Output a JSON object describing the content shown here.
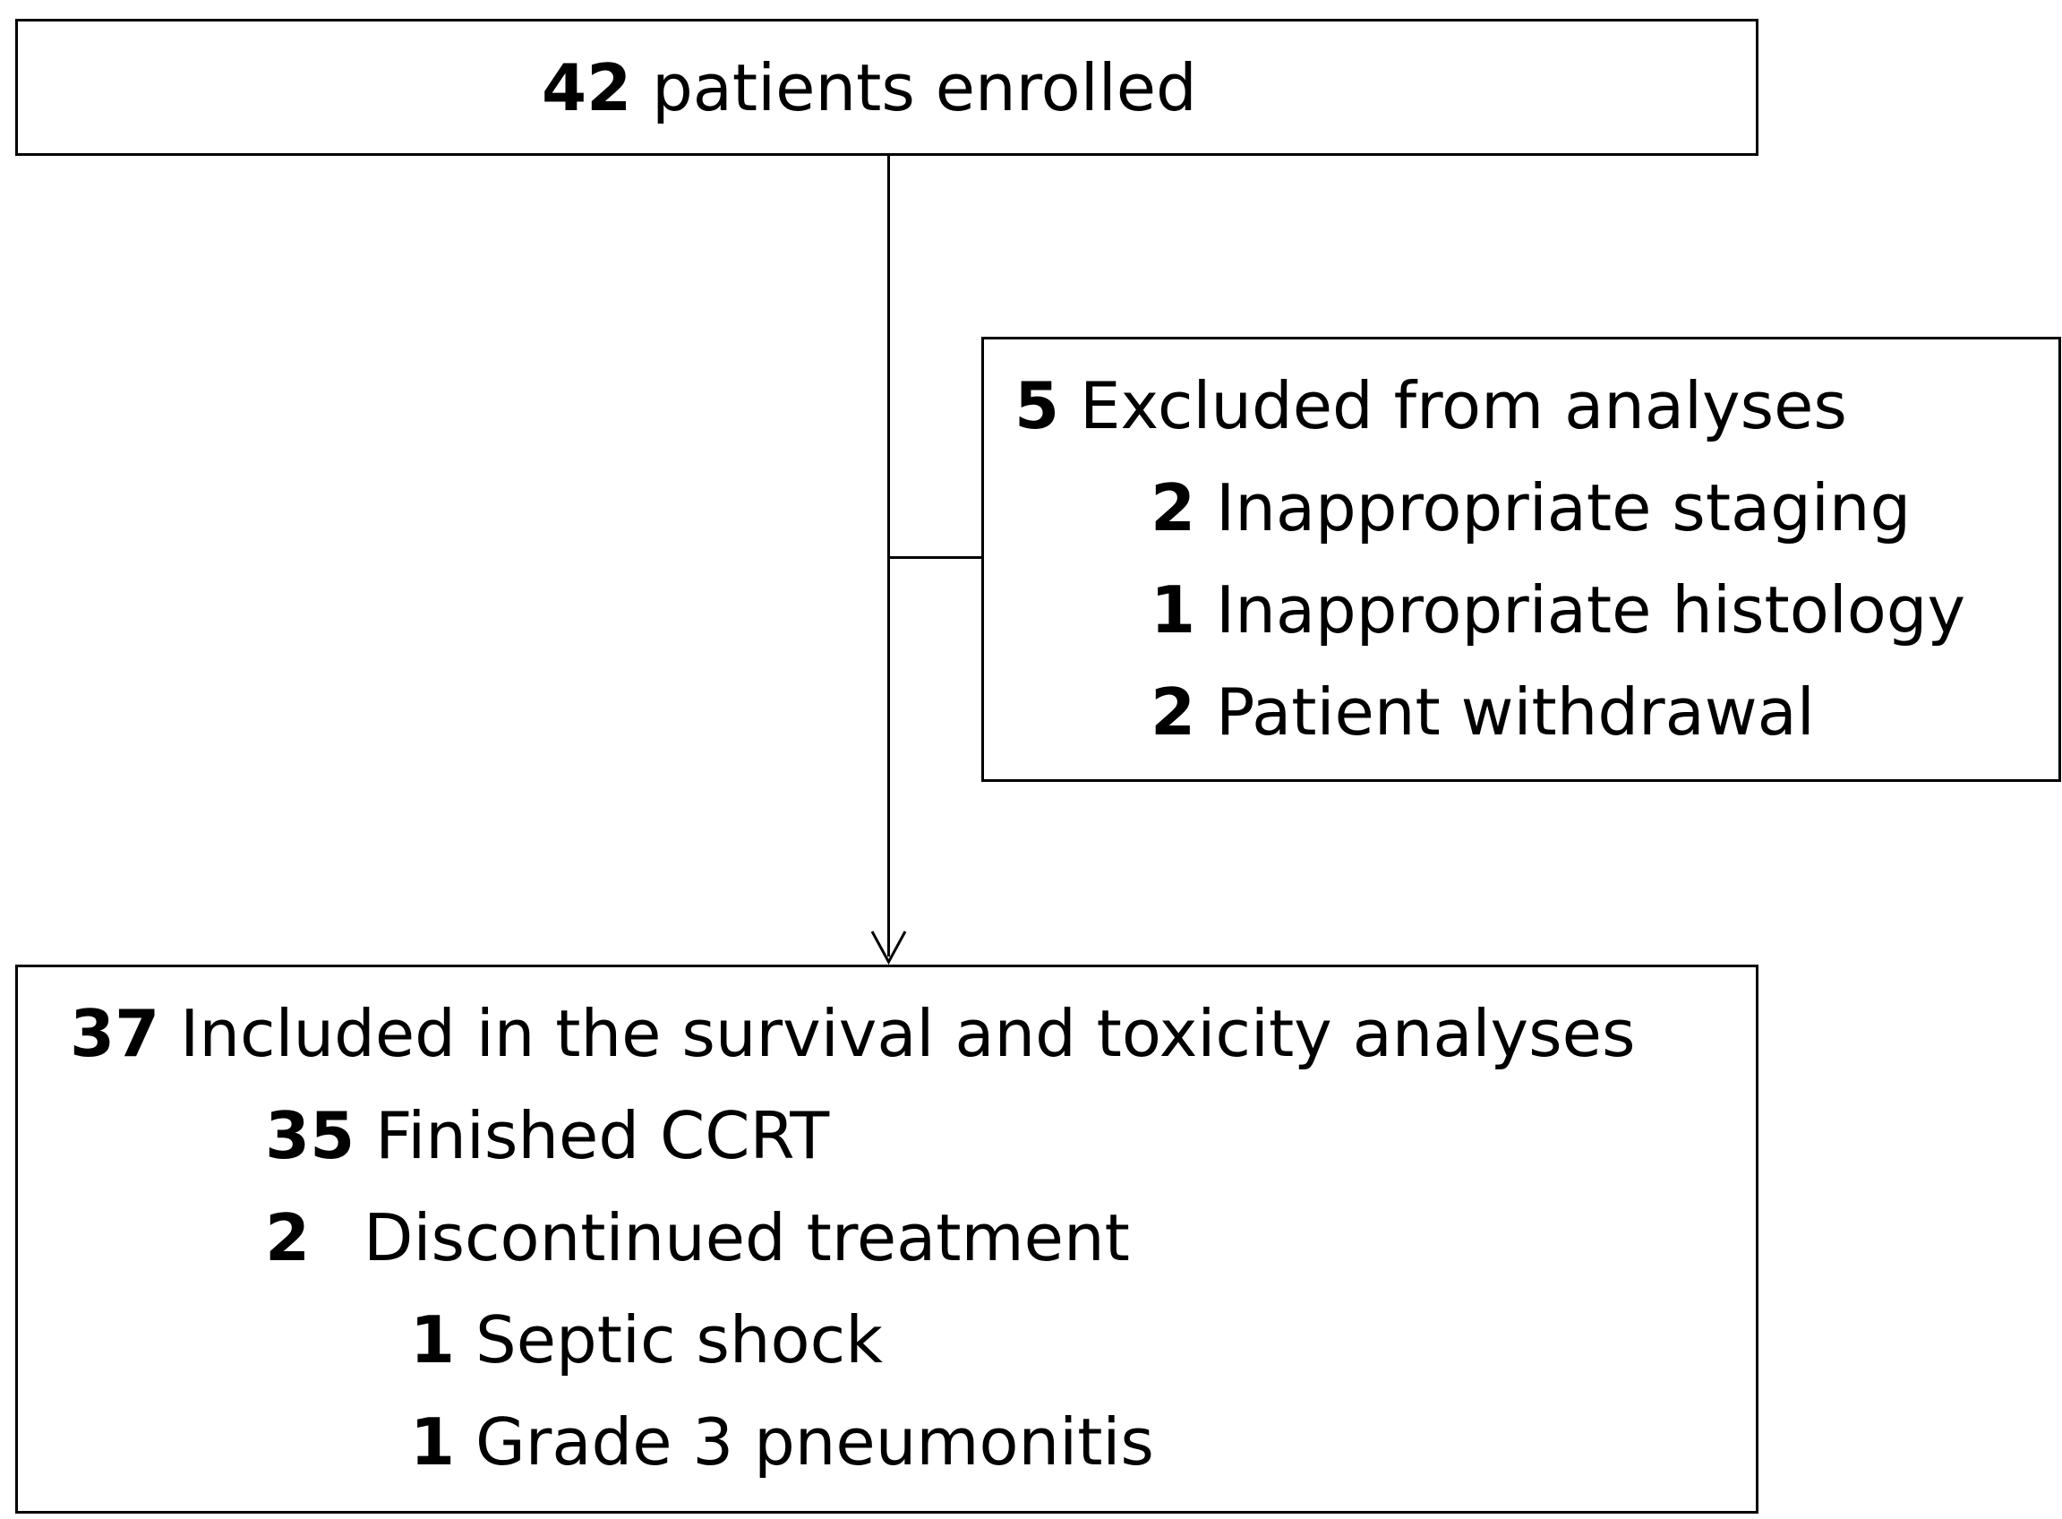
{
  "enrolled": {
    "count": "42",
    "text": "patients enrolled"
  },
  "excluded": {
    "count": "5",
    "text": "Excluded from analyses",
    "reasons": [
      {
        "count": "2",
        "text": "Inappropriate staging"
      },
      {
        "count": "1",
        "text": "Inappropriate histology"
      },
      {
        "count": "2",
        "text": "Patient withdrawal"
      }
    ]
  },
  "included": {
    "count": "37",
    "text": "Included in the survival and toxicity analyses",
    "finished": {
      "count": "35",
      "text": "Finished CCRT"
    },
    "discontinued": {
      "count": "2",
      "text": "Discontinued treatment",
      "reasons": [
        {
          "count": "1",
          "text": "Septic shock"
        },
        {
          "count": "1",
          "text": "Grade 3 pneumonitis"
        }
      ]
    }
  }
}
